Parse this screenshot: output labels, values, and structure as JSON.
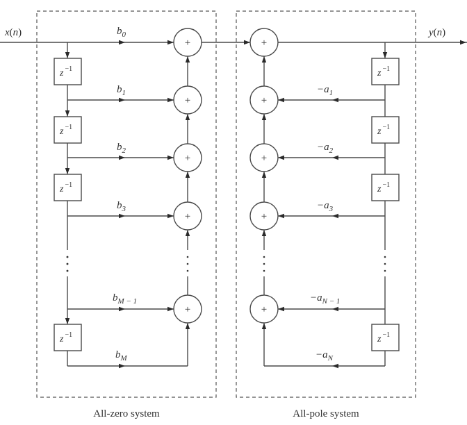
{
  "input_label": {
    "base": "x",
    "arg": "n"
  },
  "output_label": {
    "base": "y",
    "arg": "n"
  },
  "adder_symbol": "+",
  "delay_label": {
    "base": "z",
    "exp": "−1"
  },
  "all_zero": {
    "caption": "All-zero system",
    "coefficients": [
      {
        "base": "b",
        "sub": "0"
      },
      {
        "base": "b",
        "sub": "1"
      },
      {
        "base": "b",
        "sub": "2"
      },
      {
        "base": "b",
        "sub": "3"
      },
      {
        "base": "b",
        "sub": "M − 1"
      },
      {
        "base": "b",
        "sub": "M"
      }
    ]
  },
  "all_pole": {
    "caption": "All-pole system",
    "coefficients": [
      {
        "base": "−a",
        "sub": "1"
      },
      {
        "base": "−a",
        "sub": "2"
      },
      {
        "base": "−a",
        "sub": "3"
      },
      {
        "base": "−a",
        "sub": "N − 1"
      },
      {
        "base": "−a",
        "sub": "N"
      }
    ]
  }
}
